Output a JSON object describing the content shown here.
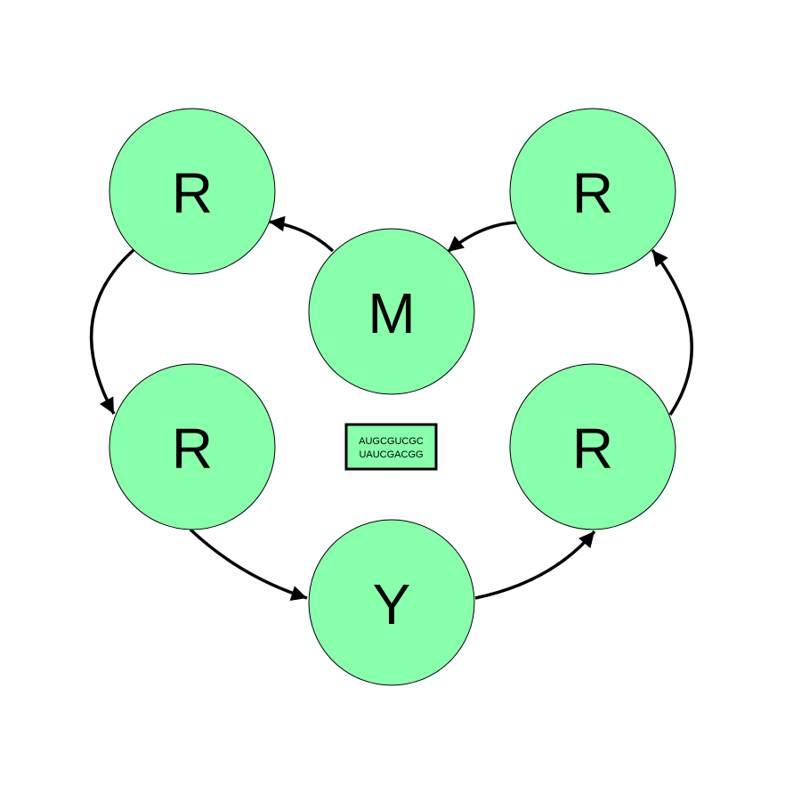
{
  "colors": {
    "node_fill": "#88ffaa",
    "stroke": "#000000",
    "background": "#ffffff"
  },
  "nodes": [
    {
      "id": "r-top-left",
      "label": "R"
    },
    {
      "id": "r-top-right",
      "label": "R"
    },
    {
      "id": "m-center",
      "label": "M"
    },
    {
      "id": "r-mid-left",
      "label": "R"
    },
    {
      "id": "r-mid-right",
      "label": "R"
    },
    {
      "id": "y-bottom",
      "label": "Y"
    }
  ],
  "sequence_box": {
    "line1": "AUGCGUCGC",
    "line2": "UAUCGACGG"
  }
}
